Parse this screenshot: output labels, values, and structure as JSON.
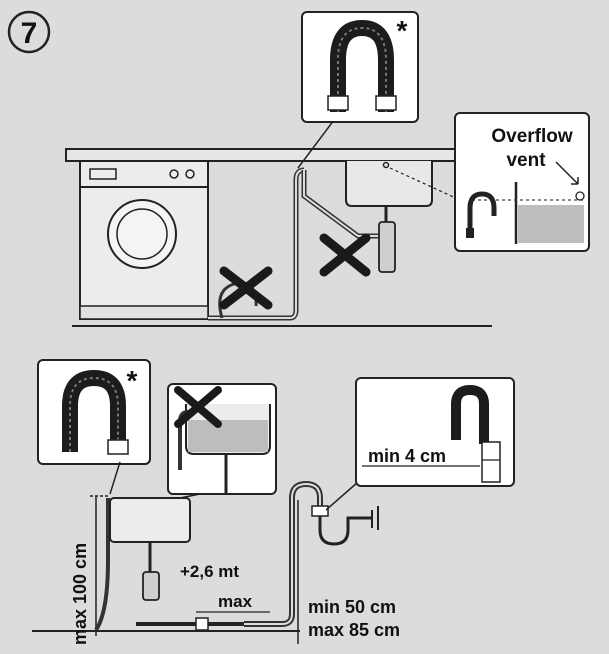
{
  "figure": {
    "step_number": "7",
    "asterisk": "*"
  },
  "top_scene": {
    "overflow_label_line1": "Overflow",
    "overflow_label_line2": "vent"
  },
  "bottom_scene": {
    "max_height_label": "max 100 cm",
    "extension_label_line1": "+2,6 mt",
    "extension_label_line2": "max",
    "min_gap_label": "min 4 cm",
    "height_range_line1": "min 50 cm",
    "height_range_line2": "max 85 cm"
  },
  "colors": {
    "background": "#dcdcdc",
    "line": "#222222",
    "panel": "#ffffff",
    "water": "#bdbdbd",
    "hose": "#2a2a2a"
  }
}
